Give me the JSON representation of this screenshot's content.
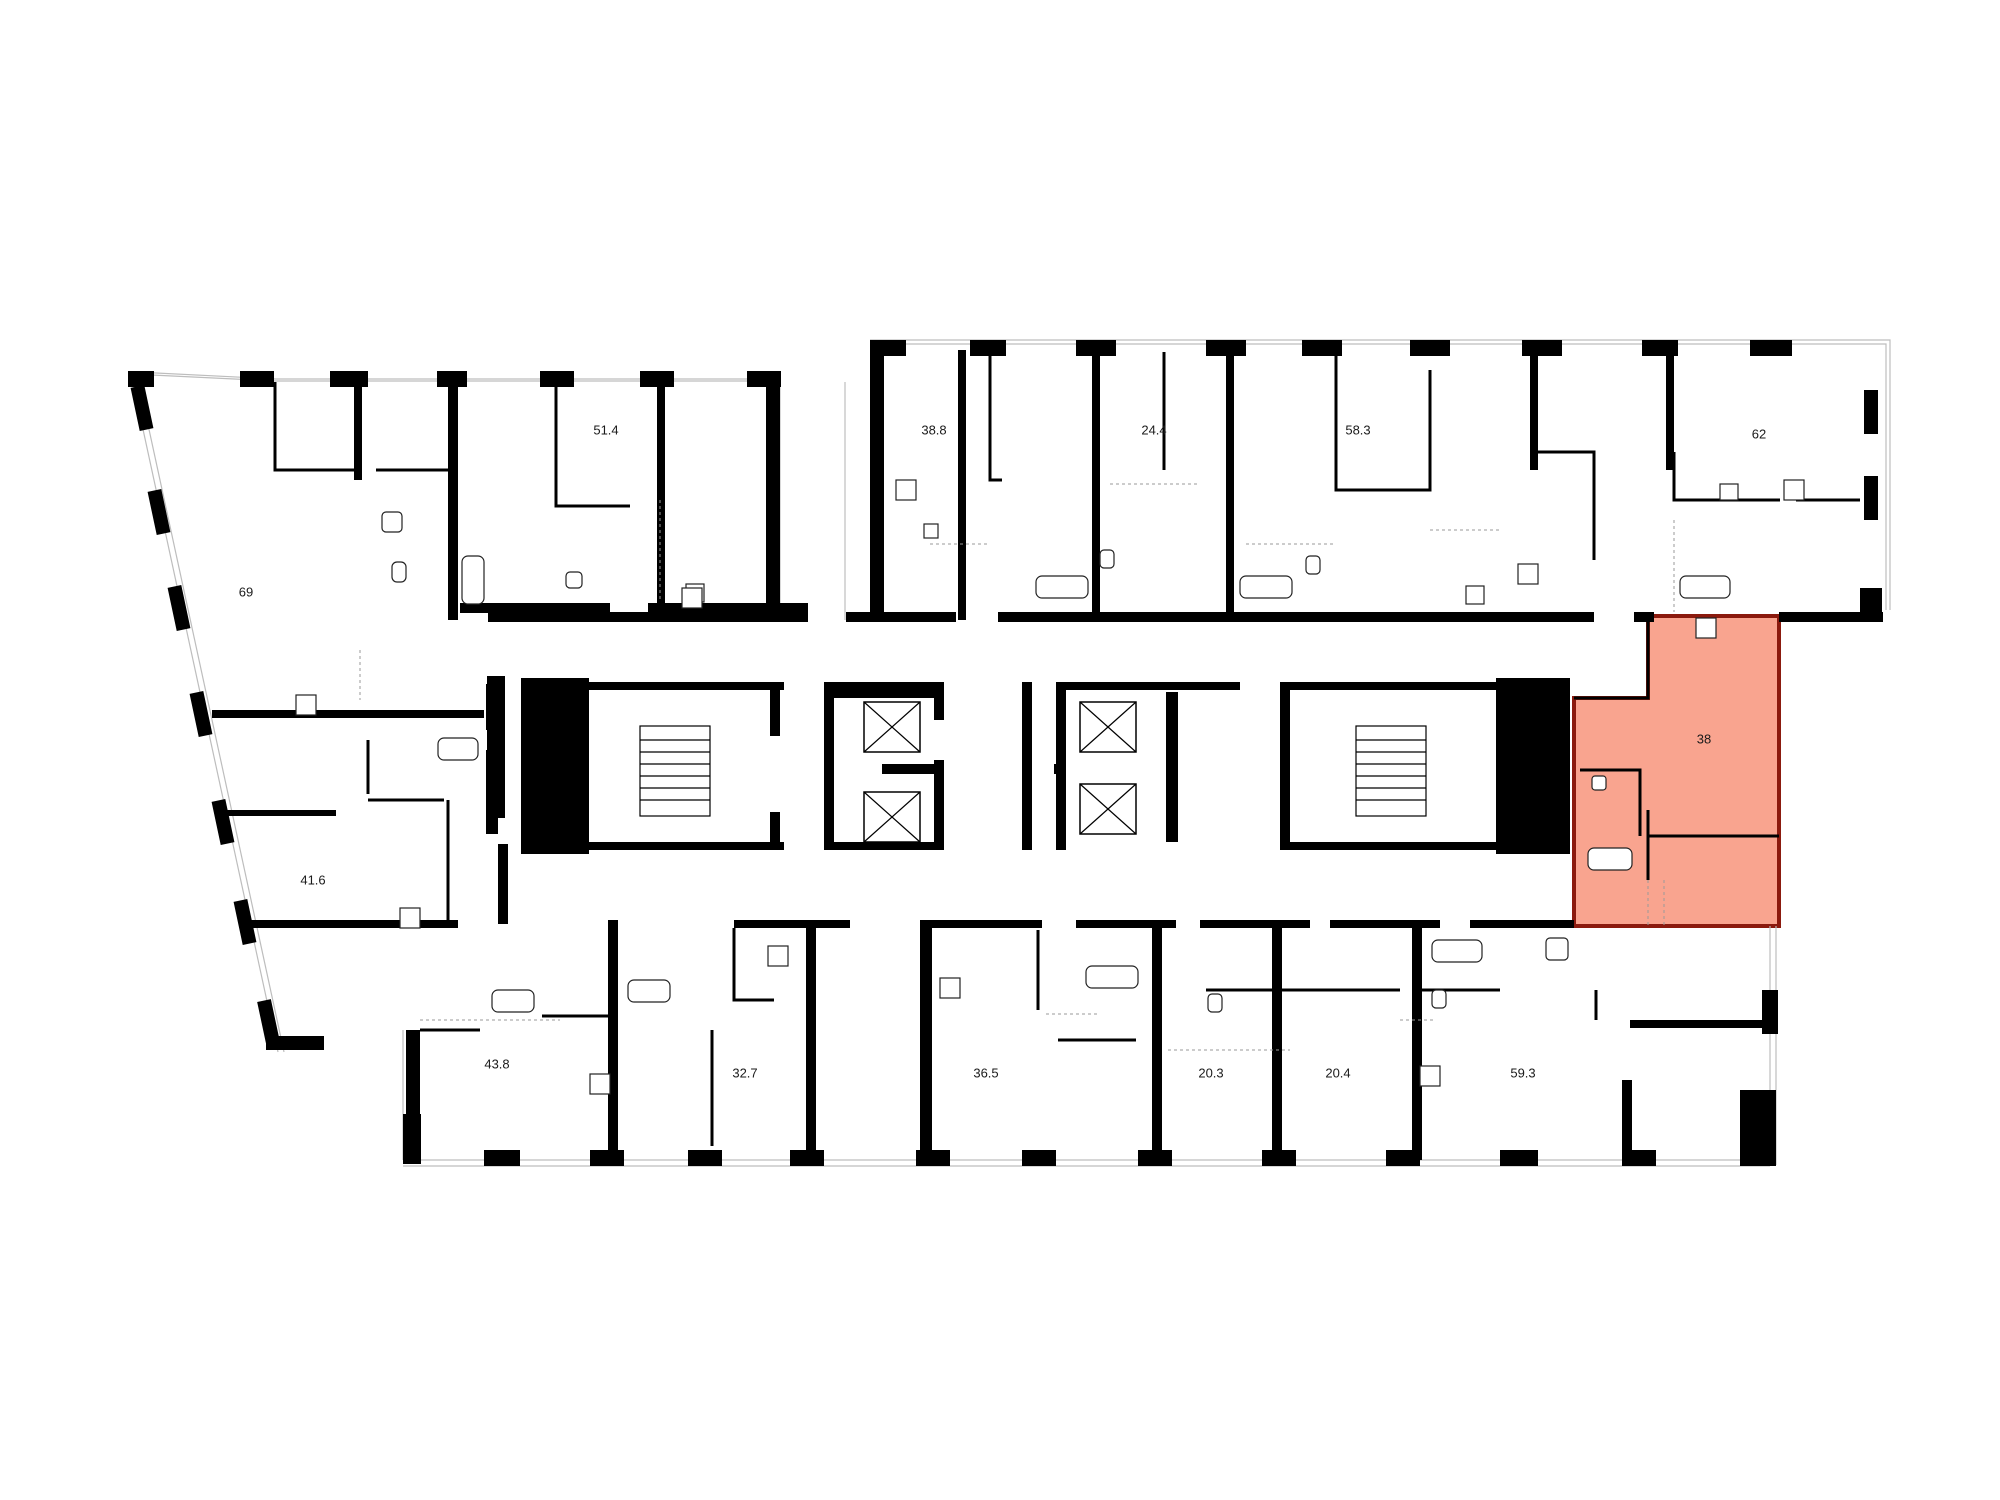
{
  "floor_plan": {
    "highlight_color": "#f9a48f",
    "highlight_border_color": "#8b1a0e",
    "highlighted_unit": {
      "area_label": "38"
    },
    "units": [
      {
        "id": "u69",
        "area_label": "69"
      },
      {
        "id": "u51",
        "area_label": "51.4"
      },
      {
        "id": "u38_8",
        "area_label": "38.8"
      },
      {
        "id": "u24",
        "area_label": "24.4"
      },
      {
        "id": "u58",
        "area_label": "58.3"
      },
      {
        "id": "u62",
        "area_label": "62"
      },
      {
        "id": "u41",
        "area_label": "41.6"
      },
      {
        "id": "u43",
        "area_label": "43.8"
      },
      {
        "id": "u32",
        "area_label": "32.7"
      },
      {
        "id": "u36",
        "area_label": "36.5"
      },
      {
        "id": "u20_3",
        "area_label": "20.3"
      },
      {
        "id": "u20_4",
        "area_label": "20.4"
      },
      {
        "id": "u59",
        "area_label": "59.3"
      }
    ]
  }
}
